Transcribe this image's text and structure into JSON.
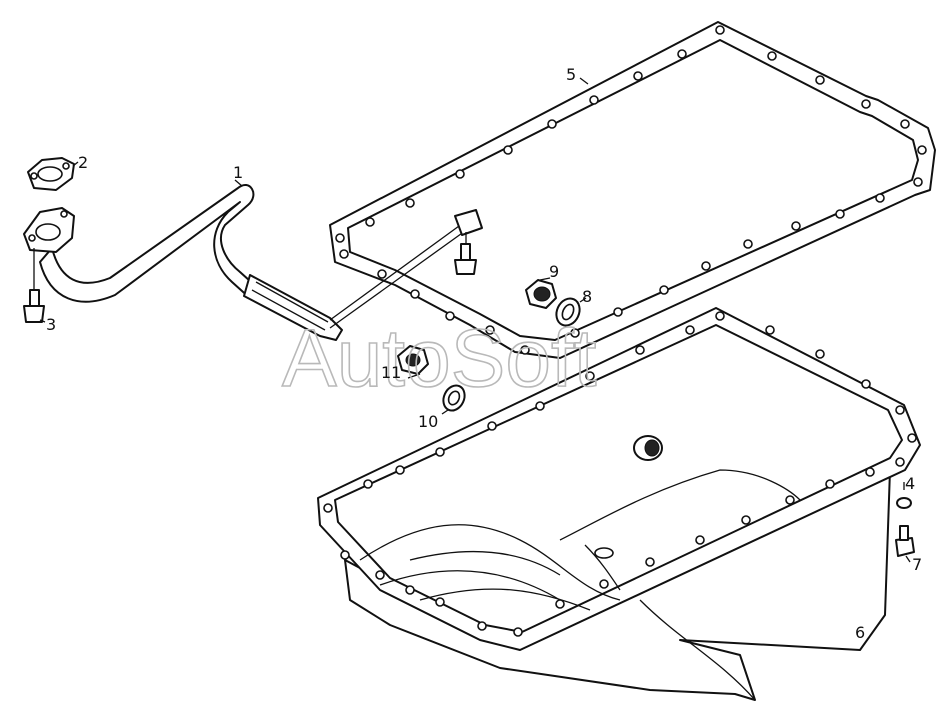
{
  "diagram": {
    "watermark": "AutoSoft",
    "callouts": [
      {
        "id": "1",
        "label": "1"
      },
      {
        "id": "2",
        "label": "2"
      },
      {
        "id": "3",
        "label": "3"
      },
      {
        "id": "4",
        "label": "4"
      },
      {
        "id": "5",
        "label": "5"
      },
      {
        "id": "6",
        "label": "6"
      },
      {
        "id": "7",
        "label": "7"
      },
      {
        "id": "8",
        "label": "8"
      },
      {
        "id": "9",
        "label": "9"
      },
      {
        "id": "10",
        "label": "10"
      },
      {
        "id": "11",
        "label": "11"
      }
    ]
  }
}
